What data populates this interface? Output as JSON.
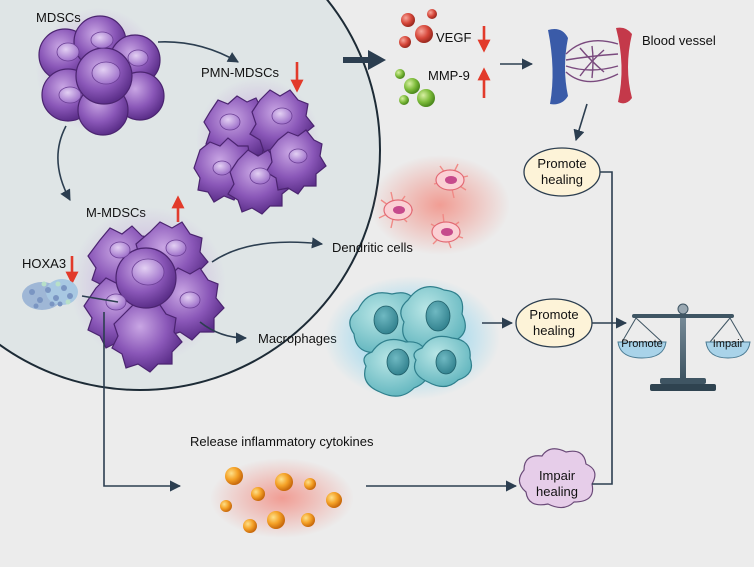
{
  "labels": {
    "mdscs": "MDSCs",
    "pmn_mdscs": "PMN-MDSCs",
    "m_mdscs": "M-MDSCs",
    "hoxa3": "HOXA3",
    "vegf": "VEGF",
    "mmp9": "MMP-9",
    "blood_vessel": "Blood vessel",
    "dendritic_cells": "Dendritic cells",
    "macrophages": "Macrophages",
    "cytokines": "Release inflammatory cytokines"
  },
  "outcomes": {
    "top": [
      "Promote",
      "healing"
    ],
    "middle": [
      "Promote",
      "healing"
    ],
    "bottom": [
      "Impair",
      "healing"
    ]
  },
  "balance": {
    "left_pan": "Promote",
    "right_pan": "Impair"
  },
  "colors": {
    "background": "#ececec",
    "cell_region": "#dfe5e6",
    "mdsc_cell": "#8a57b8",
    "up_down_arrow": "#e23a2a",
    "pan": "#a9d3e9"
  }
}
